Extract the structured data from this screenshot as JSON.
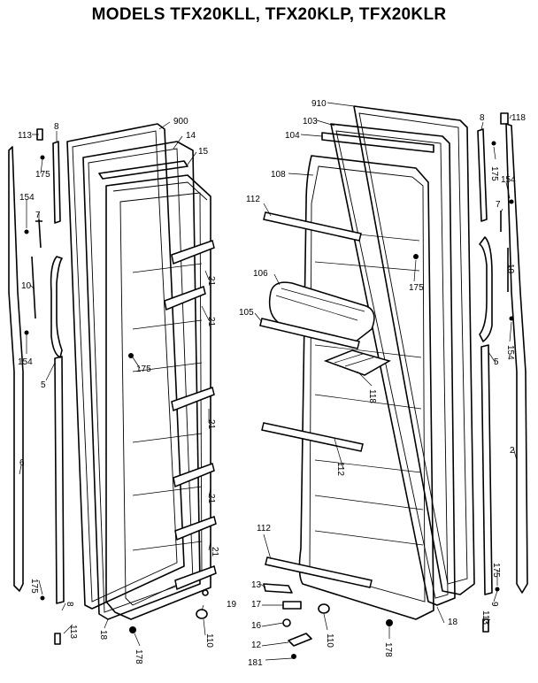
{
  "title": "MODELS TFX20KLL, TFX20KLP, TFX20KLR",
  "left_labels": {
    "l113": "113",
    "l8": "8",
    "l900": "900",
    "l14": "14",
    "l15": "15",
    "l175a": "175",
    "l154a": "154",
    "l7": "7",
    "l10": "10",
    "l154b": "154",
    "l5": "5",
    "l175b": "175",
    "l21a": "21",
    "l21b": "21",
    "l21c": "21",
    "l21d": "21",
    "l21e": "21",
    "l6": "6",
    "l175c": "175",
    "l8b": "8",
    "l113b": "113",
    "l18": "18",
    "l19": "19",
    "l110": "110",
    "l178": "178"
  },
  "right_labels": {
    "r910": "910",
    "r103": "103",
    "r104": "104",
    "r8": "8",
    "r118": "118",
    "r175a": "175",
    "r154a": "154",
    "r108": "108",
    "r112a": "112",
    "r106": "106",
    "r175b": "175",
    "r7": "7",
    "r10": "10",
    "r105": "105",
    "r154b": "154",
    "r5": "5",
    "r118b": "118",
    "r112b": "112",
    "r2": "2",
    "r112c": "112",
    "r175c": "175",
    "r13": "13",
    "r17": "17",
    "r16": "16",
    "r12": "12",
    "r181": "181",
    "r110": "110",
    "r178": "178",
    "r18": "18",
    "r9": "9",
    "r113": "113"
  }
}
